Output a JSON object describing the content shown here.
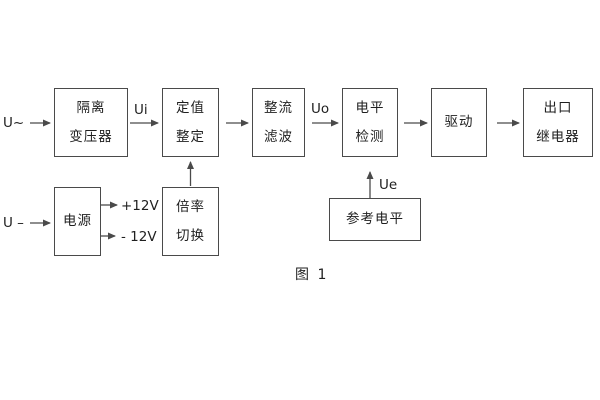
{
  "caption": "图 1",
  "colors": {
    "line": "#4a4a4a",
    "text": "#1f1f1f",
    "background": "#ffffff"
  },
  "inputs": {
    "ac": "U~",
    "dc": "U –"
  },
  "signals": {
    "ui": "Ui",
    "uo": "Uo",
    "ue": "Ue",
    "rail_pos": "+12V",
    "rail_neg": "- 12V"
  },
  "blocks": {
    "isolation_transformer": {
      "line1": "隔离",
      "line2": "变压器"
    },
    "setting_adjust": {
      "line1": "定值",
      "line2": "整定"
    },
    "rectifier_filter": {
      "line1": "整流",
      "line2": "滤波"
    },
    "level_detect": {
      "line1": "电平",
      "line2": "检测"
    },
    "driver": {
      "line1": "驱动"
    },
    "output_relay": {
      "line1": "出口",
      "line2": "继电器"
    },
    "power_supply": {
      "line1": "电源"
    },
    "ratio_switch": {
      "line1": "倍率",
      "line2": "切换"
    },
    "reference_level": {
      "line1": "参考电平"
    }
  }
}
